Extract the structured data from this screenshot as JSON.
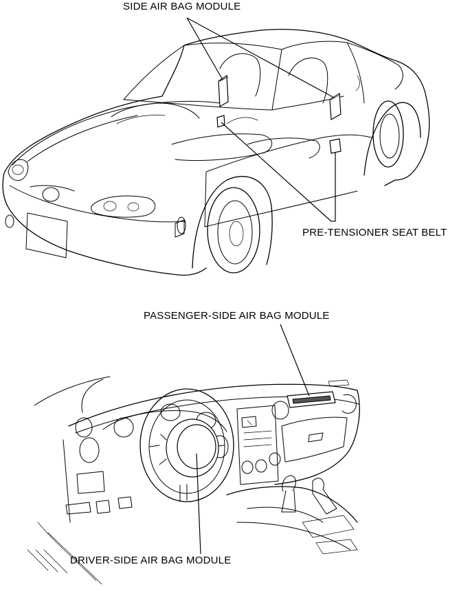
{
  "labels": {
    "side_air_bag_module": "SIDE AIR BAG MODULE",
    "pre_tensioner_seat_belt": "PRE-TENSIONER SEAT BELT",
    "passenger_side_air_bag_module": "PASSENGER-SIDE AIR BAG MODULE",
    "driver_side_air_bag_module": "DRIVER-SIDE AIR BAG MODULE"
  }
}
